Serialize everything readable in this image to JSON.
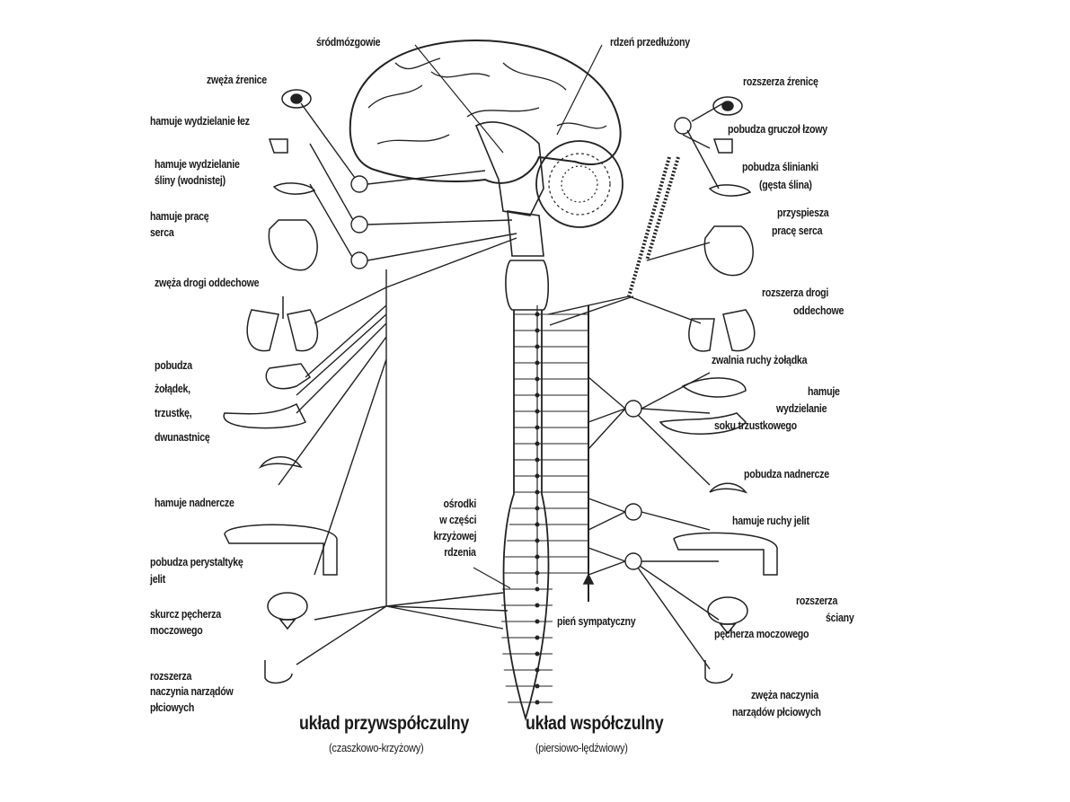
{
  "top": {
    "midbrain": "śródmózgowie",
    "medulla": "rdzeń przedłużony"
  },
  "left": [
    "zwęża źrenice",
    "hamuje wydzielanie łez",
    "hamuje wydzielanie",
    "śliny (wodnistej)",
    "hamuje pracę",
    "serca",
    "zwęża drogi oddechowe",
    "pobudza",
    "żołądek,",
    "trzustkę,",
    "dwunastnicę",
    "hamuje nadnercze",
    "pobudza perystaltykę",
    "jelit",
    "skurcz pęcherza",
    "moczowego",
    "rozszerza",
    "naczynia narządów",
    "płciowych"
  ],
  "right": [
    "rozszerza źrenicę",
    "pobudza gruczoł łzowy",
    "pobudza ślinianki",
    "(gęsta ślina)",
    "przyspiesza",
    "pracę serca",
    "rozszerza drogi",
    "oddechowe",
    "zwalnia ruchy żołądka",
    "hamuje",
    "wydzielanie",
    "soku trzustkowego",
    "pobudza nadnercze",
    "hamuje ruchy jelit",
    "rozszerza",
    "ściany",
    "pęcherza moczowego",
    "zwęża naczynia",
    "narządów płciowych"
  ],
  "center": {
    "sacral": [
      "ośrodki",
      "w części",
      "krzyżowej",
      "rdzenia"
    ],
    "trunk": "pień sympatyczny"
  },
  "bottom": {
    "para_title": "układ przywspółczulny",
    "para_sub": "(czaszkowo-krzyżowy)",
    "symp_title": "układ współczulny",
    "symp_sub": "(piersiowo-lędźwiowy)"
  }
}
